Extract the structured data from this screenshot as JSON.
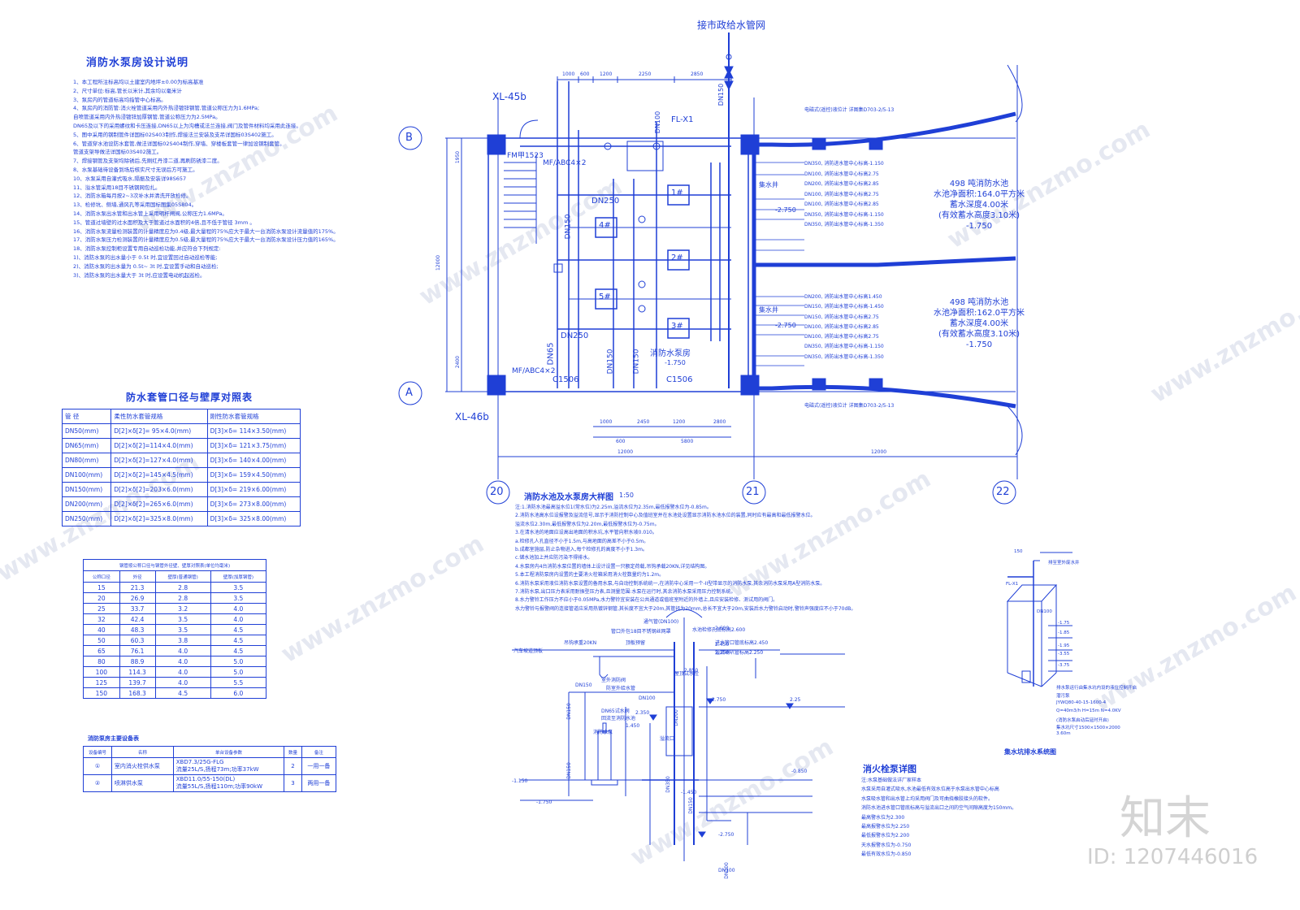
{
  "design_notes": {
    "title": "消防水泵房设计说明",
    "items": [
      "1、本工程所注标高均以土建室内地坪±0.00为标高基准",
      "2、尺寸单位:标高,管长以米计,其余均以毫米计",
      "3、泵房内的管道标高均指管中心标高。",
      "4、泵房内的消防管:消火栓管道采用内外热浸镀锌钢管,管道公称压力为1.6MPa;",
      "自喷管道采用内外热浸镀锌加厚钢管,管道公称压力为2.5MPa。",
      "DN65及以下的采用螺纹和卡压连接,DN65以上为沟槽或法兰连接,阀门及管件材料均采用此连接。",
      "5、图中采用的钢制管件详国标02S403制作,焊接法兰安装及支吊详国标03S402施工。",
      "6、管道穿水池设防水套管,做法详国标02S404制作,穿墙、穿楼板套管一律加设钢制套管。",
      "管道支架导做法详国标03S402施工。",
      "7、焊接钢管及支架均除锈后,先刷红丹漆二道,再刷防锈漆二度。",
      "8、水泵基础待设备到场后核实尺寸无误后方可施工。",
      "10、水泵采用自灌式吸水,隔振及安装详98S657",
      "11、溢水管采用18目不锈钢网包扎。",
      "12、消防水箱每月按2~3次补水并清洗开放检修。",
      "13、检修坑、侧墙,通风孔等采用国标图集05S804。",
      "14、消防水泵出水管和出水管上采用明杆闸阀,公称压力1.6MPa。",
      "15、管道过墙壁的过水面积及大于管道过水面积的4倍,且不低于管径 3mm 。",
      "16、消防水泵流量检测装置的计量精度应为0.4级,最大量程的75%应大于最大一台消防水泵设计流量值的175%。",
      "17、消防水泵压力检测装置的计量精度应为0.5级,最大量程的75%应大于最大一台消防水泵设计压力值的165%。",
      "18、消防水泵控制柜设置专用自动巡检功能,并应符合下列规定:",
      "1)、消防水泵的出水量小于 0.5t 时,宜设置回过自动巡检等能;",
      "2)、消防水泵的出水量为 0.5t~ 3t 时,宜设置手动和自动巡检;",
      "3)、消防水泵的出水量大于 3t 时,应设置电动机起巡检。"
    ]
  },
  "table1": {
    "title": "防水套管口径与壁厚对照表",
    "headers": [
      "管      径",
      "柔性防水套管规格",
      "刚性防水套管规格"
    ],
    "rows": [
      [
        "DN50(mm)",
        "D[2]×δ[2]= 95×4.0(mm)",
        "D[3]×δ= 114×3.50(mm)"
      ],
      [
        "DN65(mm)",
        "D[2]×δ[2]=114×4.0(mm)",
        "D[3]×δ= 121×3.75(mm)"
      ],
      [
        "DN80(mm)",
        "D[2]×δ[2]=127×4.0(mm)",
        "D[3]×δ= 140×4.00(mm)"
      ],
      [
        "DN100(mm)",
        "D[2]×δ[2]=145×4.5(mm)",
        "D[3]×δ= 159×4.50(mm)"
      ],
      [
        "DN150(mm)",
        "D[2]×δ[2]=203×6.0(mm)",
        "D[3]×δ= 219×6.00(mm)"
      ],
      [
        "DN200(mm)",
        "D[2]×δ[2]=265×6.0(mm)",
        "D[3]×δ= 273×8.00(mm)"
      ],
      [
        "DN250(mm)",
        "D[2]×δ[2]=325×8.0(mm)",
        "D[3]×δ= 325×8.00(mm)"
      ]
    ]
  },
  "table2": {
    "title": "钢管按公称口径与钢管外径壁、壁厚对照表(单位均毫米)",
    "headers": [
      "公称口径",
      "外径",
      "壁厚(普通钢管)",
      "壁厚(加厚钢管)"
    ],
    "rows": [
      [
        "15",
        "21.3",
        "2.8",
        "3.5"
      ],
      [
        "20",
        "26.9",
        "2.8",
        "3.5"
      ],
      [
        "25",
        "33.7",
        "3.2",
        "4.0"
      ],
      [
        "32",
        "42.4",
        "3.5",
        "4.0"
      ],
      [
        "40",
        "48.3",
        "3.5",
        "4.5"
      ],
      [
        "50",
        "60.3",
        "3.8",
        "4.5"
      ],
      [
        "65",
        "76.1",
        "4.0",
        "4.5"
      ],
      [
        "80",
        "88.9",
        "4.0",
        "5.0"
      ],
      [
        "100",
        "114.3",
        "4.0",
        "5.0"
      ],
      [
        "125",
        "139.7",
        "4.0",
        "5.5"
      ],
      [
        "150",
        "168.3",
        "4.5",
        "6.0"
      ]
    ]
  },
  "table3": {
    "title": "消防泵房主要设备表",
    "headers": [
      "设备编号",
      "名称",
      "单台设备参数",
      "数量",
      "备注"
    ],
    "rows": [
      [
        "①",
        "室内消火栓供水泵",
        "XBD7.3/25G-FLG",
        "流量25L/S,扬程73m;功率37kW",
        "2",
        "一用一备"
      ],
      [
        "②",
        "喷淋供水泵",
        "XBD11.0/55-150(DL)",
        "流量55L/S,扬程110m;功率90kW",
        "3",
        "两用一备"
      ]
    ]
  },
  "plan": {
    "top_label": "接市政给水管网",
    "pump_labels": [
      "1#",
      "2#",
      "3#",
      "4#",
      "5#"
    ],
    "room_label": "消防水泵房",
    "room_level": "-1.750",
    "axis_labels": [
      "A",
      "B",
      "20",
      "21",
      "22"
    ],
    "dims_top": [
      "1000",
      "600",
      "1200",
      "2250",
      "2850"
    ],
    "dims_bottom": [
      "1000",
      "2450",
      "1200",
      "2800",
      "600",
      "5800"
    ],
    "dim_12000_a": "12000",
    "dim_12000_b": "12000",
    "dim_left": [
      "1950",
      "12000",
      "2400"
    ],
    "labels": [
      "XL-45b",
      "XL-46b",
      "FL-X1",
      "DN100",
      "DN150",
      "DN250",
      "DN65",
      "MF/ABC4×2",
      "C1506",
      "FM甲1523",
      "DN150",
      "DN250",
      "DN150",
      "DN150",
      "MF/ABC4×2",
      "C1506"
    ],
    "pool1": [
      "498 吨消防水池",
      "水池净面积:164.0平方米",
      "蓄水深度4.00米",
      "(有效蓄水高度3.10米)",
      "-1.750"
    ],
    "pool2": [
      "498 吨消防水池",
      "水池净面积:162.0平方米",
      "蓄水深度4.00米",
      "(有效蓄水高度3.10米)",
      "-1.750"
    ],
    "pipe_notes_top": [
      "DN350, 消防进水管中心标高-1.150",
      "DN100, 消防出水管中心标高2.75",
      "DN200, 消防出水管中心标高2.85",
      "DN100, 消防出水管中心标高2.75",
      "DN100, 消防出水管中心标高2.85",
      "DN350, 消防出水管中心标高-1.150",
      "DN350, 消防出水管中心标高-1.350"
    ],
    "pipe_notes_bottom": [
      "DN200, 消防出水管中心标高1.450",
      "DN150, 消防出水管中心标高-1.450",
      "DN150, 消防出水管中心标高2.75",
      "DN100, 消防出水管中心标高2.85",
      "DN100, 消防出水管中心标高2.75",
      "DN350, 消防出水管中心标高-1.150",
      "DN350, 消防出水管中心标高-1.350"
    ],
    "ref_top": "电磁式(遥控)液位计  详图集D703-2/5-13",
    "ref_bottom": "电磁式(遥控)液位计  详图集D703-2/5-13",
    "well_labels": [
      "集水井",
      "集水井"
    ],
    "levels": [
      "-2.750",
      "-2.750"
    ]
  },
  "detail": {
    "title": "消防水池及水泵房大样图",
    "scale": "1:50",
    "notes": [
      "注:1.消防水池最高溢水位1(常水位)为2.25m,溢流水位为2.35m,最低报警水位为-0.85m。",
      "2.消防水池高水位设报警及溢流信号,显示于消防控制中心及值班室并在水池处设置显示消防水池水位的装置,同时应有最高和最低报警水位。",
      "溢流水位2.30m,最低报警水位为2.20m,最低报警水位为-0.75m。",
      "3.在清水池的地面应设高出地面的积水坑,水平管向积水坡0.010。",
      "a.检修孔人孔直径不小于1.5m,与高地面的高差不小于0.5m。",
      "b.成都室施层,防止杂物进入,每个检修孔的高度不小于1.3m。",
      "c.储水池加上并应防污染不得排水。",
      "4.水泵房内4台消防水泵位置的墙体上设计设置一只额定荷载,吊钩承载20KN,详见结构图。",
      "5.本工程消防泵房内设置的主要消火栓箱采用消火栓数量约为1.2m。",
      "6.消防水泵采用液位消防水泵设置的备用水泵,与自动控制系统统一,在消防中心采用一个-II型带显示的消防水泵,其余消防水泵采用A型消防水泵。",
      "7.消防水泵,出口压力表采用耐振型压力表,且测量范围:水泵在运行时,其余消防水泵采用压力控制系统。",
      "8.水力警铃工作压力不应小于0.05MPa,水力警铃宜安装在公共通道或值班室附近的外墙上,且应安装检修、测试用的阀门。",
      "水力警铃与报警阀的连接管道应采用热镀锌钢管,其长度不宜大于20m,其管径为20mm,总长不宜大于20m,安装后水力警铃启动时,警铃声强度应不小于70dB。"
    ]
  },
  "section": {
    "title": "消火栓泵详图",
    "notes": [
      "注:水泵基础做法详厂家样本",
      "水泵采用自灌式吸水,水池最低有效水位高于水泵出水管中心标高",
      "水泵吸水管和出水管上均采用阀门及可曲挠橡胶接头的软件。",
      "消防水池进水管口管底标高与溢流出口之间的空气间隙高度为150mm。",
      "最高警水位为2.300",
      "最高报警水位为2.250",
      "最低报警水位为2.200",
      "天水报警水位为-0.750",
      "最低有效水位为-0.850"
    ],
    "labels": [
      "通气管(DN100)",
      "管口外包18目不锈钢丝网罩",
      "汽车坡道顶板",
      "吊钩承重20KN",
      "顶板预留",
      "DN150",
      "室外消防阀",
      "屋顶试水栓",
      "防室外给水管",
      "DN65试水阀",
      "回流至消防水池",
      "DN100",
      "DN200",
      "DN150",
      "DN150",
      "DN350",
      "DN150",
      "DN100",
      "消防水泵",
      "2.850",
      "2.750",
      "2.25",
      "2.350",
      "1.450",
      "-0.850",
      "-1.150",
      "-1.450",
      "-1.750",
      "-2.750",
      "2.600",
      "2.450",
      "2.250",
      "水池检修孔底标高2.600",
      "进水管口管底标高2.450",
      "溢流喇叭管标高2.250",
      "溢流口",
      "DN100"
    ]
  },
  "sump": {
    "title": "集水坑排水系统图",
    "labels": [
      "FL-X1",
      "排至室外废水井",
      "-1.75",
      "-1.85",
      "-1.95",
      "-3.55",
      "-3.75",
      "150",
      "DN100",
      "排水泵运行由集水坑内设的液位控制开启",
      "潜污泵",
      "JYWQ80-40-15-1600-4",
      "Q=40m3/h H=15m N=4.0KV",
      "(消防水泵启动后延时开启)",
      "集水坑尺寸1500×1500×2000",
      "3.60m"
    ]
  },
  "watermark": {
    "site": "www.znzmo.com",
    "brand": "知末",
    "id": "ID: 1207446016"
  }
}
